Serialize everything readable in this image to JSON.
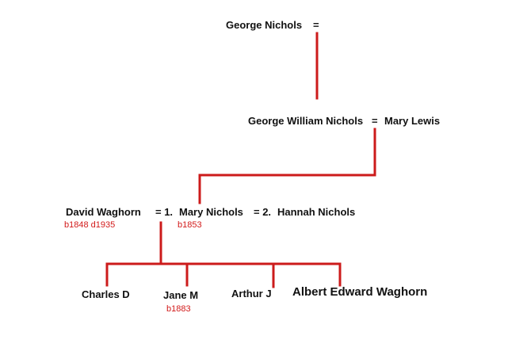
{
  "colors": {
    "line": "#cc1b1b",
    "date": "#d21a1a",
    "text": "#111111",
    "background": "#ffffff"
  },
  "generation1": {
    "person": "George Nichols",
    "marriage_sign": "="
  },
  "generation2": {
    "person": "George William Nichols",
    "marriage_sign": "=",
    "spouse": "Mary Lewis"
  },
  "generation3": {
    "husband": "David Waghorn",
    "husband_dates": "b1848 d1935",
    "marriage_sign_1": "= 1.",
    "wife_1": "Mary Nichols",
    "wife_1_dates": "b1853",
    "marriage_sign_2": "= 2.",
    "wife_2": "Hannah Nichols"
  },
  "children": [
    {
      "name": "Charles D",
      "dates": ""
    },
    {
      "name": "Jane M",
      "dates": "b1883"
    },
    {
      "name": "Arthur J",
      "dates": ""
    },
    {
      "name": "Albert Edward Waghorn",
      "dates": ""
    }
  ]
}
